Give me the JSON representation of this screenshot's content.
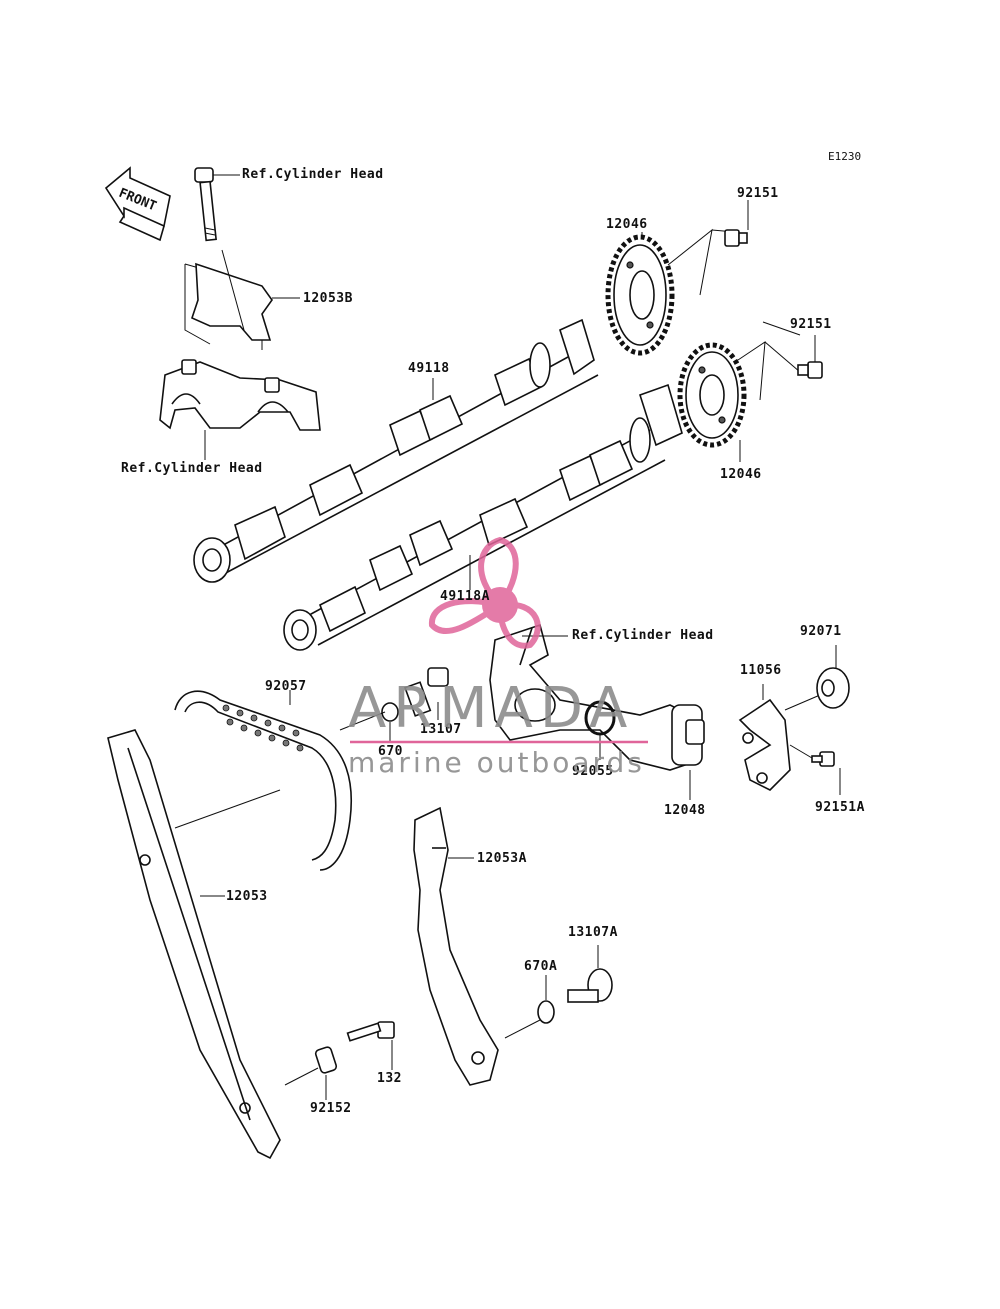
{
  "diagram": {
    "code": "E1230",
    "front_arrow_text": "FRONT",
    "labels": {
      "ref_head_top": "Ref.Cylinder Head",
      "p12053B": "12053B",
      "ref_head_left": "Ref.Cylinder Head",
      "p49118": "49118",
      "p12046_top": "12046",
      "p92151_top": "92151",
      "p92151_mid": "92151",
      "p12046_mid": "12046",
      "p49118A": "49118A",
      "ref_head_mid": "Ref.Cylinder Head",
      "p92071": "92071",
      "p11056": "11056",
      "p92057": "92057",
      "p670": "670",
      "p13107": "13107",
      "p92055": "92055",
      "p12048": "12048",
      "p92151A": "92151A",
      "p12053A": "12053A",
      "p12053": "12053",
      "p13107A": "13107A",
      "p670A": "670A",
      "p132": "132",
      "p92152": "92152"
    }
  },
  "watermark": {
    "brand": "ARMADA",
    "tagline": "marine outboards",
    "logo_color": "#e0659a",
    "text_color": "#8c8c8c"
  }
}
